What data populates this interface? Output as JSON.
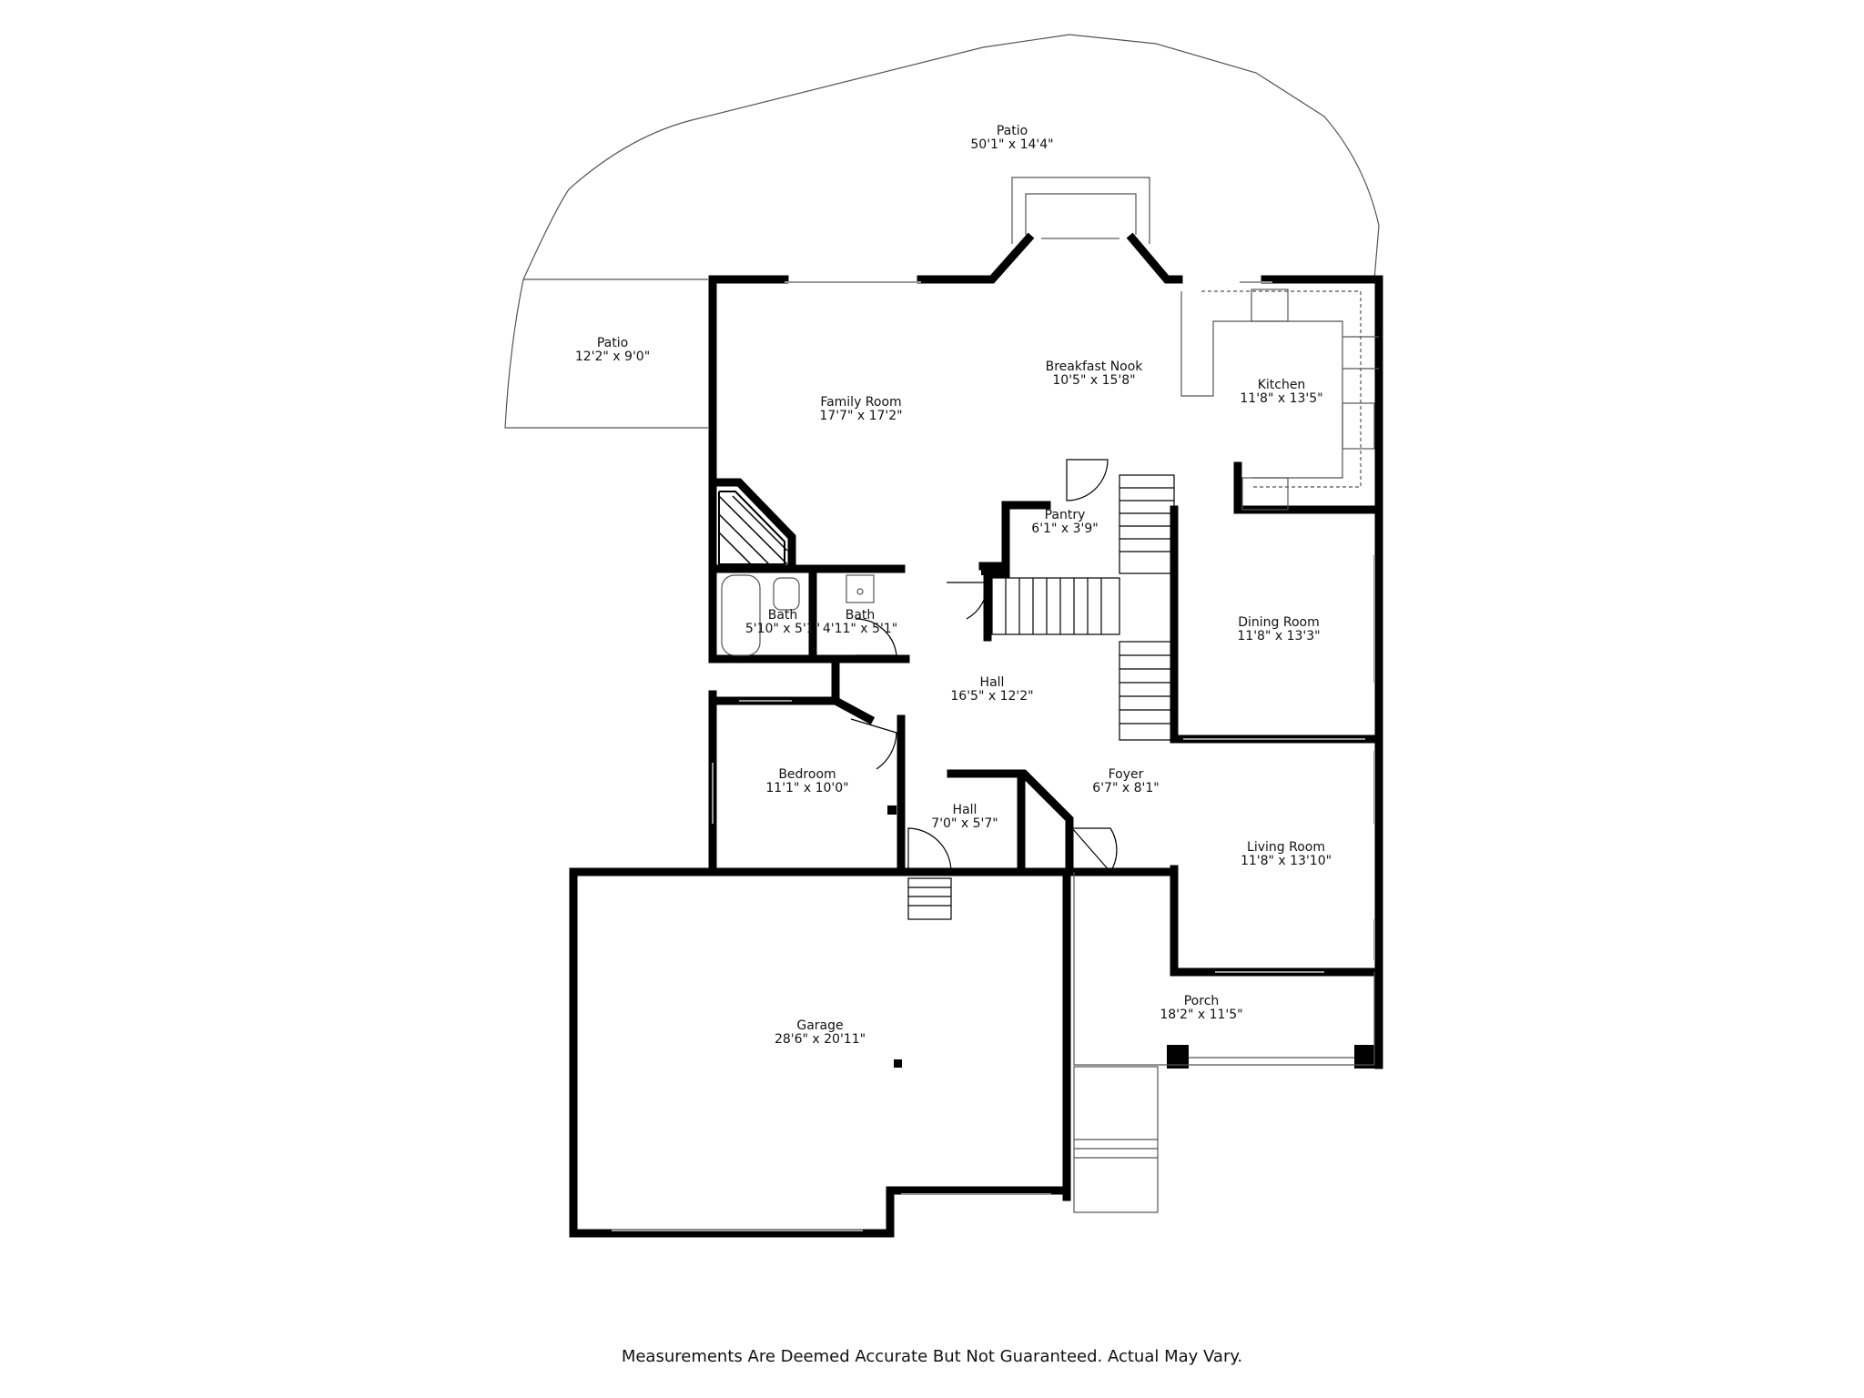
{
  "rooms": {
    "patio_back": {
      "name": "Patio",
      "size": "50'1\" x 14'4\""
    },
    "patio_side": {
      "name": "Patio",
      "size": "12'2\" x 9'0\""
    },
    "family_room": {
      "name": "Family Room",
      "size": "17'7\" x 17'2\""
    },
    "breakfast_nook": {
      "name": "Breakfast Nook",
      "size": "10'5\" x 15'8\""
    },
    "kitchen": {
      "name": "Kitchen",
      "size": "11'8\" x 13'5\""
    },
    "pantry": {
      "name": "Pantry",
      "size": "6'1\" x 3'9\""
    },
    "bath_1": {
      "name": "Bath",
      "size": "5'10\" x 5'1\""
    },
    "bath_2": {
      "name": "Bath",
      "size": "4'11\" x 5'1\""
    },
    "dining_room": {
      "name": "Dining Room",
      "size": "11'8\" x 13'3\""
    },
    "hall_main": {
      "name": "Hall",
      "size": "16'5\" x 12'2\""
    },
    "bedroom": {
      "name": "Bedroom",
      "size": "11'1\" x 10'0\""
    },
    "hall_small": {
      "name": "Hall",
      "size": "7'0\" x 5'7\""
    },
    "foyer": {
      "name": "Foyer",
      "size": "6'7\" x 8'1\""
    },
    "living_room": {
      "name": "Living Room",
      "size": "11'8\" x 13'10\""
    },
    "porch": {
      "name": "Porch",
      "size": "18'2\" x 11'5\""
    },
    "garage": {
      "name": "Garage",
      "size": "28'6\" x 20'11\""
    }
  },
  "disclaimer": "Measurements Are Deemed Accurate But Not Guaranteed. Actual May Vary.",
  "colors": {
    "wall": "#000000",
    "thin_line": "#555555",
    "window": "#999999",
    "background": "#ffffff"
  }
}
